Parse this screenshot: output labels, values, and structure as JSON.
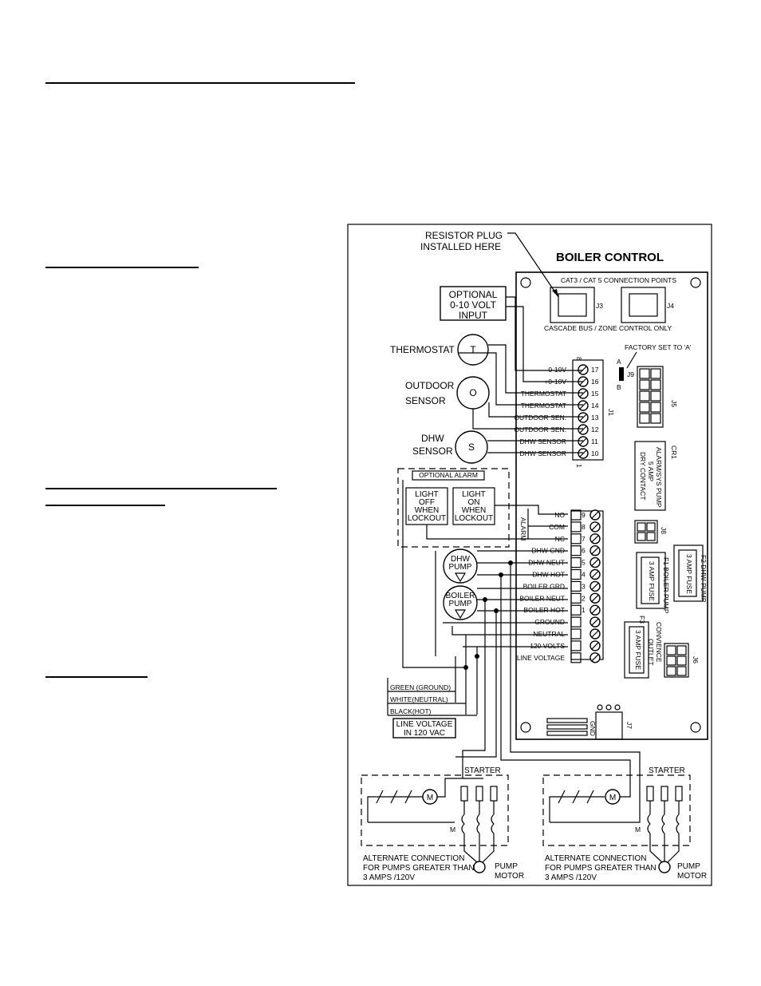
{
  "diagram": {
    "title": "BOILER CONTROL",
    "resistor_plug": [
      "RESISTOR PLUG",
      "INSTALLED HERE"
    ],
    "connection_points": "CAT3 / CAT 5 CONNECTION POINTS",
    "cascade_bus": "CASCADE BUS / ZONE CONTROL ONLY",
    "jacks": {
      "j3": "J3",
      "j4": "J4",
      "j5": "J5",
      "j6": "J6",
      "j7": "J7",
      "j8": "J8",
      "j9": "J9",
      "j1": "J1"
    },
    "optional_input": [
      "OPTIONAL",
      "0-10 VOLT",
      "INPUT"
    ],
    "factory_set": "FACTORY SET TO 'A'",
    "jumper_a": "A",
    "jumper_b": "B",
    "thermostat": {
      "label": "THERMOSTAT",
      "symbol": "T"
    },
    "outdoor_sensor": {
      "label": [
        "OUTDOOR",
        "SENSOR"
      ],
      "symbol": "O"
    },
    "dhw_sensor": {
      "label": [
        "DHW",
        "SENSOR"
      ],
      "symbol": "S"
    },
    "j1_terminals": [
      {
        "num": "17",
        "label": "-0-10V"
      },
      {
        "num": "16",
        "label": "+0-10V"
      },
      {
        "num": "15",
        "label": "THERMOSTAT"
      },
      {
        "num": "14",
        "label": "THERMOSTAT"
      },
      {
        "num": "13",
        "label": "OUTDOOR SEN."
      },
      {
        "num": "12",
        "label": "OUTDOOR SEN."
      },
      {
        "num": "11",
        "label": "DHW SENSOR"
      },
      {
        "num": "10",
        "label": "DHW SENSOR"
      }
    ],
    "j1_end_top": "8",
    "j1_end_bottom": "1",
    "alarm_relay": {
      "id": "CR1",
      "lines": [
        "ALARM/SYS PUMP",
        "5 AMP",
        "DRY CONTACT"
      ]
    },
    "optional_alarm": {
      "title": "OPTIONAL ALARM",
      "light_off": [
        "LIGHT",
        "OFF",
        "WHEN",
        "LOCKOUT"
      ],
      "light_on": [
        "LIGHT",
        "ON",
        "WHEN",
        "LOCKOUT"
      ]
    },
    "alarm_label": "ALARM",
    "power_terminals": [
      {
        "num": "9",
        "label": "NO"
      },
      {
        "num": "8",
        "label": "COM"
      },
      {
        "num": "7",
        "label": "NC"
      },
      {
        "num": "6",
        "label": "DHW GND"
      },
      {
        "num": "5",
        "label": "DHW NEUT"
      },
      {
        "num": "4",
        "label": "DHW HOT"
      },
      {
        "num": "3",
        "label": "BOILER GRD"
      },
      {
        "num": "2",
        "label": "BOILER NEUT"
      },
      {
        "num": "1",
        "label": "BOILER HOT"
      },
      {
        "num": "",
        "label": "GROUND"
      },
      {
        "num": "",
        "label": "NEUTRAL"
      },
      {
        "num": "",
        "label": "120 VOLTS"
      },
      {
        "num": "",
        "label": "LINE VOLTAGE"
      }
    ],
    "dhw_pump": [
      "DHW",
      "PUMP"
    ],
    "boiler_pump": [
      "BOILER",
      "PUMP"
    ],
    "fuse_f1": {
      "label": "F1 BOILER PUMP",
      "fuse": "3 AMP FUSE"
    },
    "fuse_f2": {
      "label": "F2 DHW PUMP",
      "fuse": "3 AMP FUSE"
    },
    "fuse_f3": {
      "label": "F3",
      "fuse": "3 AMP FUSE",
      "outlet": [
        "CONVIENCE",
        "OUTLET"
      ]
    },
    "gnd_label": "GND",
    "wires": {
      "green": "GREEN (GROUND)",
      "white": "WHITE(NEUTRAL)",
      "black": "BLACK(HOT)"
    },
    "line_voltage_box": [
      "LINE VOLTAGE",
      "IN 120 VAC"
    ],
    "starter": "STARTER",
    "motor_symbol": "M",
    "contactor_label": "M",
    "alternate_connection": [
      "ALTERNATE CONNECTION",
      "FOR PUMPS GREATER THAN",
      "3 AMPS /120V"
    ],
    "pump_motor": [
      "PUMP",
      "MOTOR"
    ]
  }
}
